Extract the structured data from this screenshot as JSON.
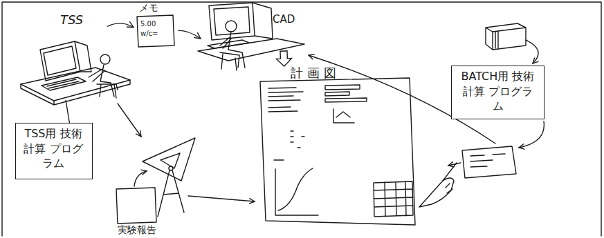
{
  "diagram": {
    "nodes": [
      {
        "text": [
          "TSS"
        ]
      },
      {
        "text": [
          "TSS用 技術計算 プログラム"
        ]
      },
      {
        "text": [
          "メモ",
          "5.00 w/c="
        ]
      },
      {
        "text": [
          "CAD"
        ]
      },
      {
        "text": [
          "計画図"
        ]
      },
      {
        "text": [
          "BATCH用 技術計算 プログラム"
        ]
      },
      {
        "text": [
          "実験報告"
        ]
      }
    ],
    "edges": [
      {
        "from": 0,
        "to": 2,
        "arrow": "to"
      },
      {
        "from": 2,
        "to": 3,
        "arrow": "to"
      },
      {
        "from": 3,
        "to": 4,
        "arrow": "to"
      },
      {
        "from": 1,
        "to": 0,
        "arrow": "none"
      }
    ]
  }
}
